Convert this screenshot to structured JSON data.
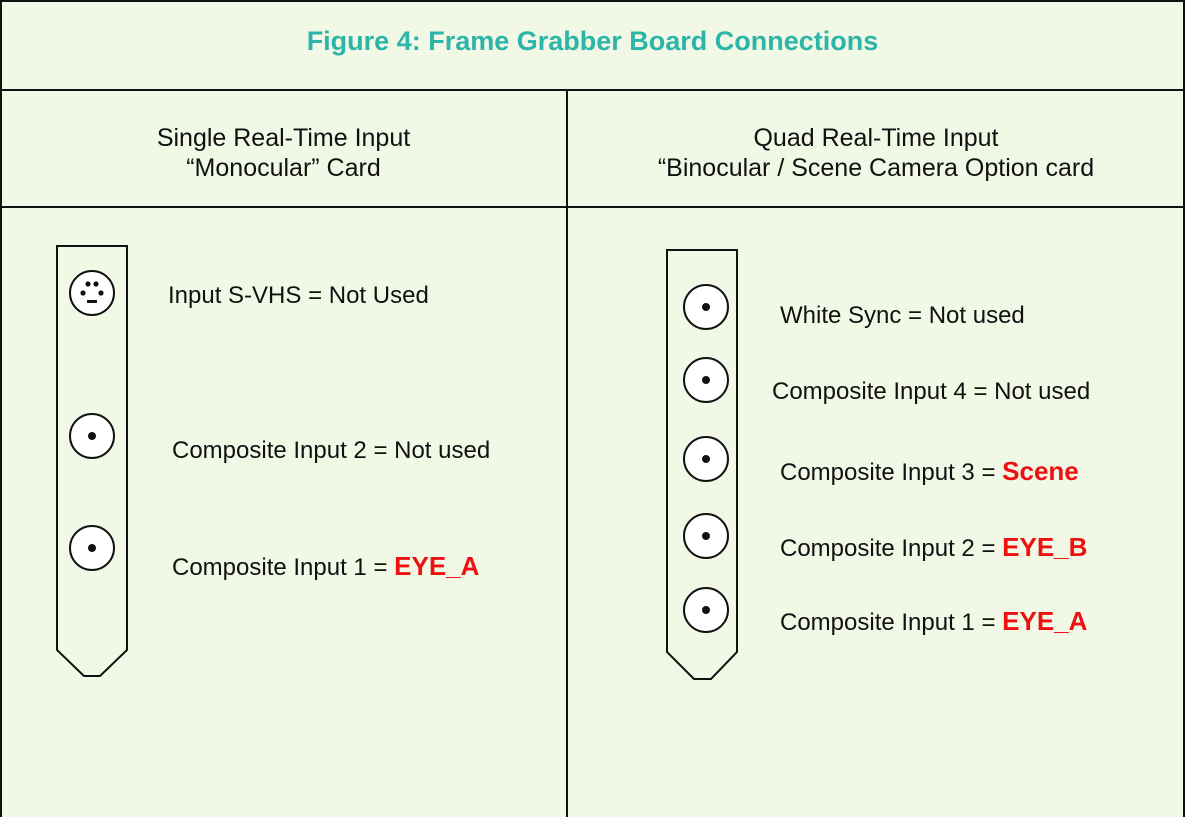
{
  "title": "Figure 4: Frame Grabber Board Connections",
  "colors": {
    "title": "#2cb5a8",
    "highlight": "#ee1111",
    "background": "#f1f8e6",
    "line": "#111111"
  },
  "left_column": {
    "heading_line1": "Single Real-Time Input",
    "heading_line2": "“Monocular” Card",
    "connectors": [
      {
        "kind": "svhs-connector-icon",
        "label": "Input S-VHS = Not Used",
        "value": ""
      },
      {
        "kind": "bnc-connector-icon",
        "label": "Composite Input 2 = Not used",
        "value": ""
      },
      {
        "kind": "bnc-connector-icon",
        "label": "Composite Input 1 = ",
        "value": "EYE_A"
      }
    ]
  },
  "right_column": {
    "heading_line1": "Quad Real-Time Input",
    "heading_line2": "“Binocular / Scene Camera Option card",
    "connectors": [
      {
        "kind": "bnc-connector-icon",
        "label": "White Sync = Not used",
        "value": ""
      },
      {
        "kind": "bnc-connector-icon",
        "label": "Composite Input 4 = Not used",
        "value": ""
      },
      {
        "kind": "bnc-connector-icon",
        "label": "Composite Input 3 = ",
        "value": "Scene"
      },
      {
        "kind": "bnc-connector-icon",
        "label": "Composite Input 2 = ",
        "value": "EYE_B"
      },
      {
        "kind": "bnc-connector-icon",
        "label": "Composite Input 1 = ",
        "value": "EYE_A"
      }
    ]
  }
}
